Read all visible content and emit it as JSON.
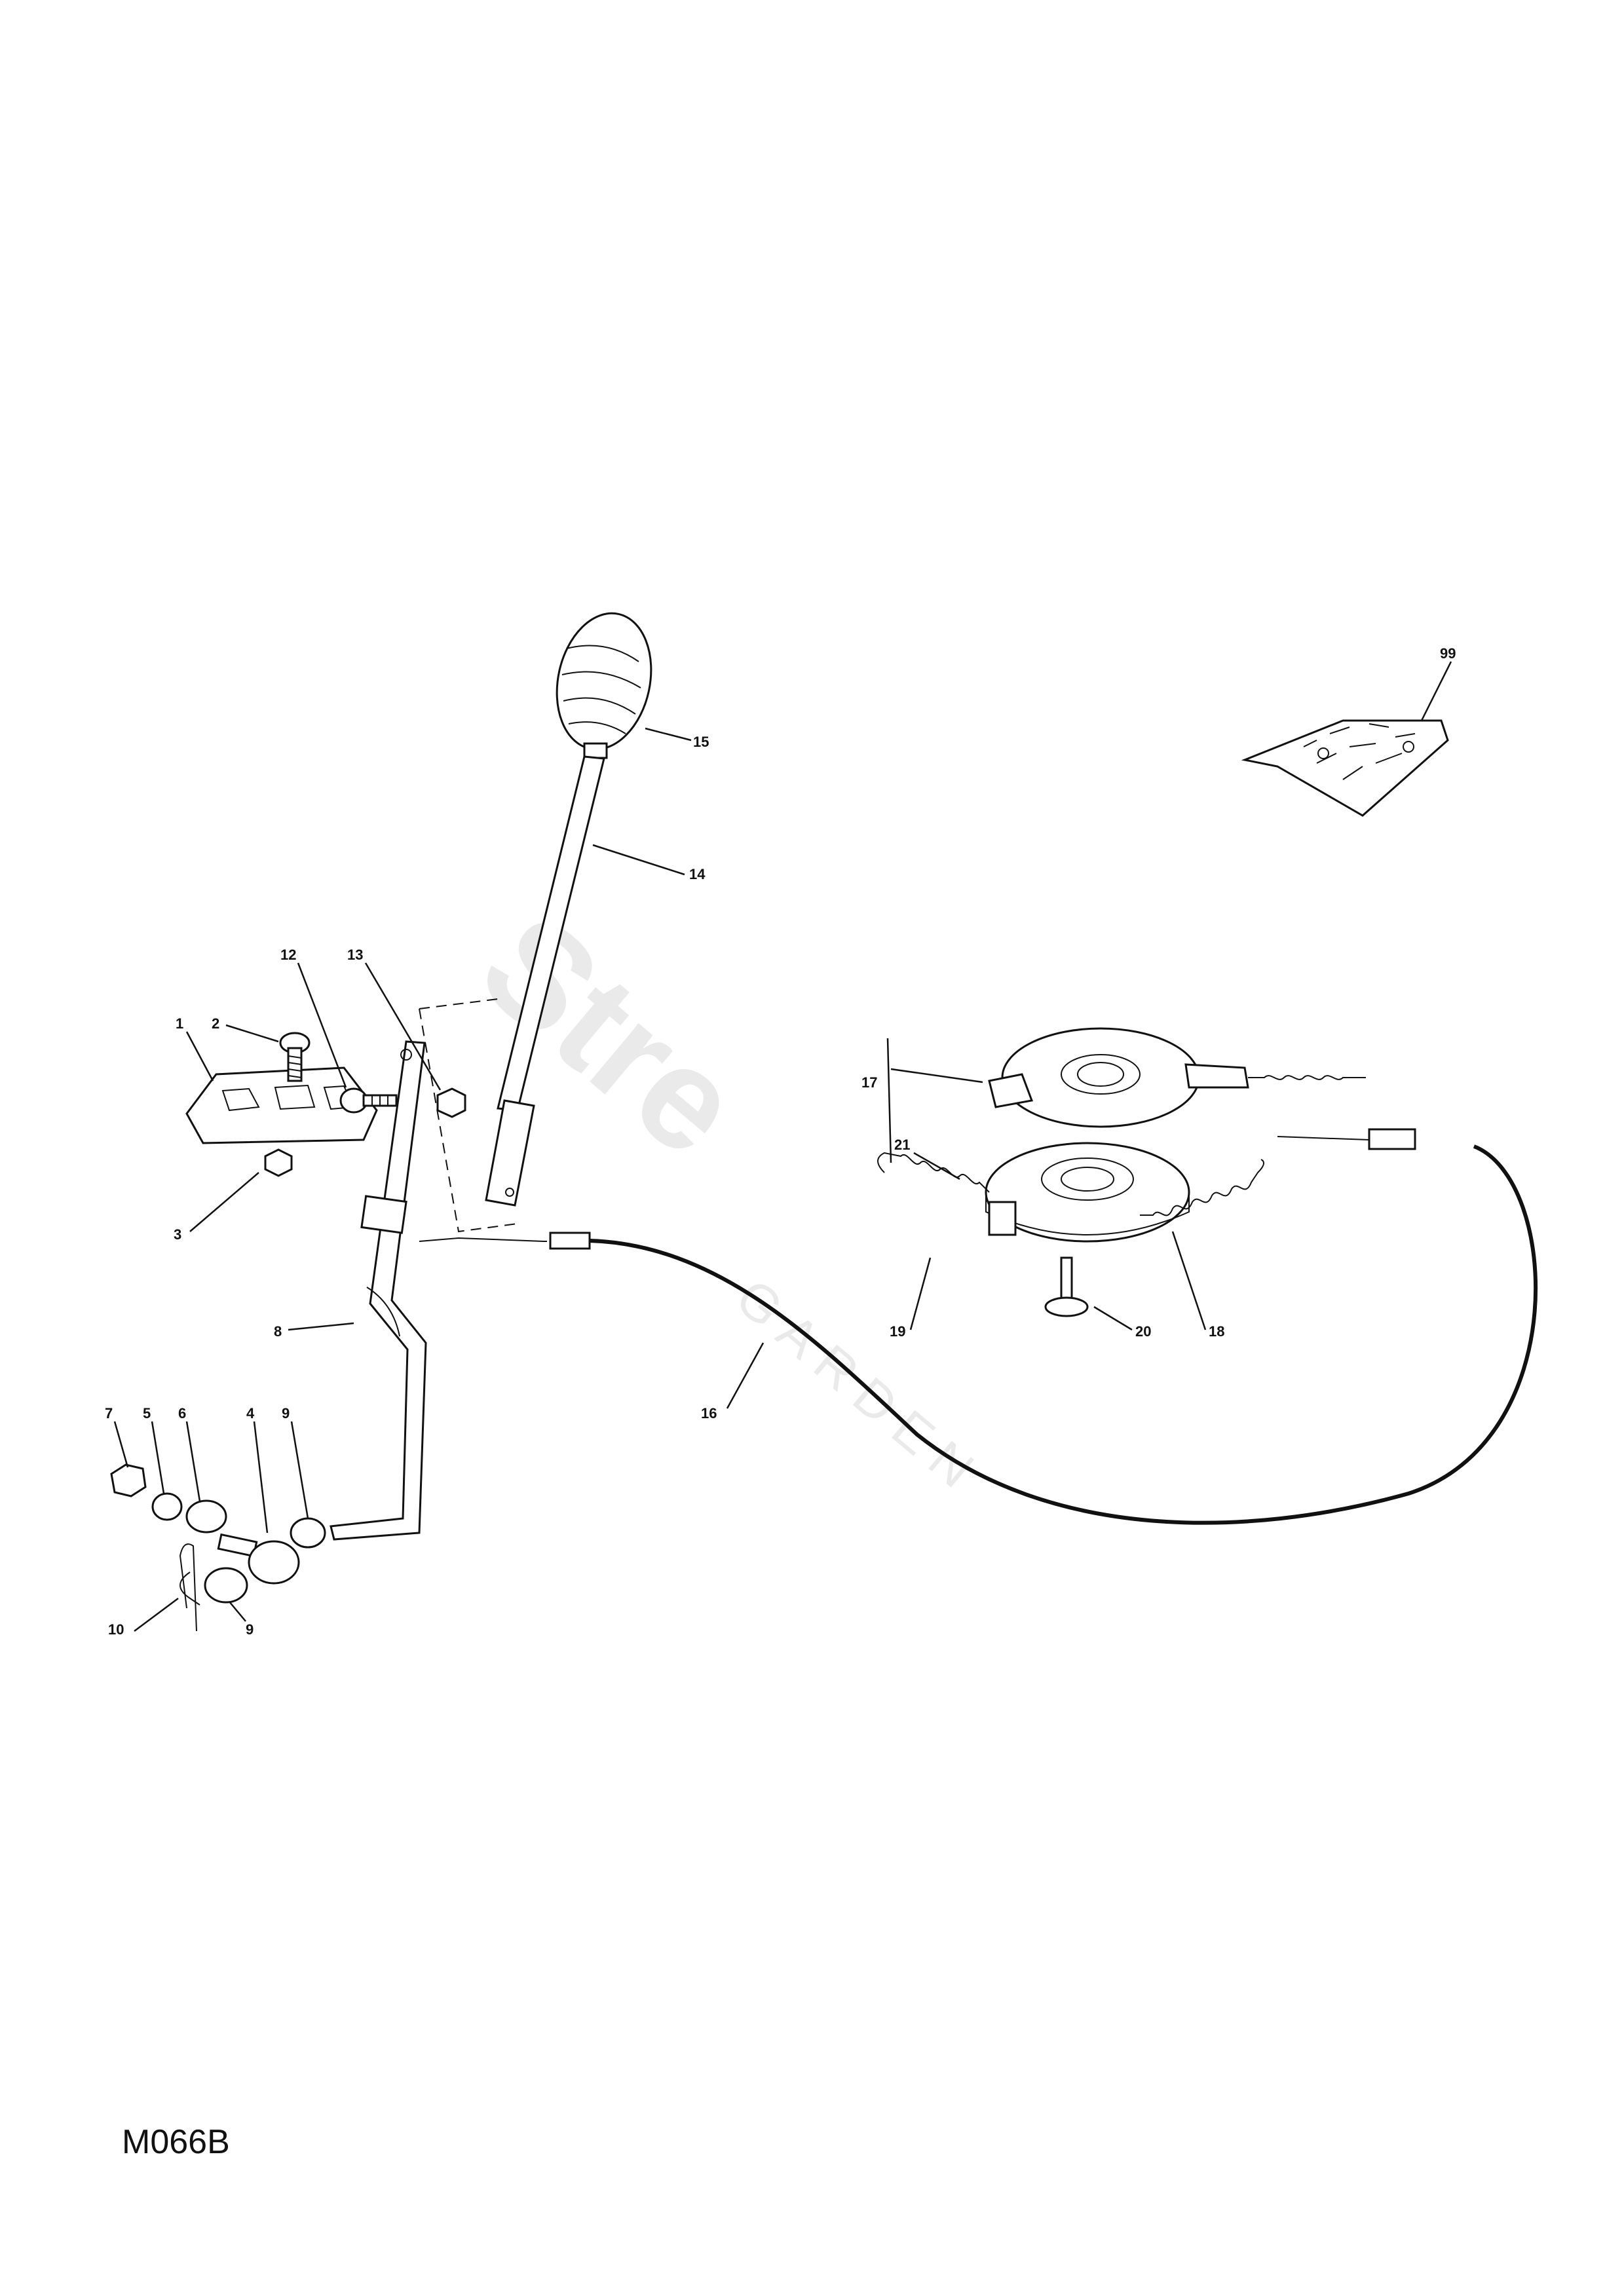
{
  "diagram_code": "M066B",
  "watermark": {
    "brand": "Stre",
    "sub": "GARDEN"
  },
  "callouts": [
    {
      "id": "1",
      "label": "1"
    },
    {
      "id": "2",
      "label": "2"
    },
    {
      "id": "3",
      "label": "3"
    },
    {
      "id": "4",
      "label": "4"
    },
    {
      "id": "5",
      "label": "5"
    },
    {
      "id": "6",
      "label": "6"
    },
    {
      "id": "7",
      "label": "7"
    },
    {
      "id": "8",
      "label": "8"
    },
    {
      "id": "9a",
      "label": "9"
    },
    {
      "id": "9b",
      "label": "9"
    },
    {
      "id": "10",
      "label": "10"
    },
    {
      "id": "12",
      "label": "12"
    },
    {
      "id": "13",
      "label": "13"
    },
    {
      "id": "14",
      "label": "14"
    },
    {
      "id": "15",
      "label": "15"
    },
    {
      "id": "16",
      "label": "16"
    },
    {
      "id": "17",
      "label": "17"
    },
    {
      "id": "18",
      "label": "18"
    },
    {
      "id": "19",
      "label": "19"
    },
    {
      "id": "20",
      "label": "20"
    },
    {
      "id": "21",
      "label": "21"
    },
    {
      "id": "99",
      "label": "99"
    }
  ]
}
